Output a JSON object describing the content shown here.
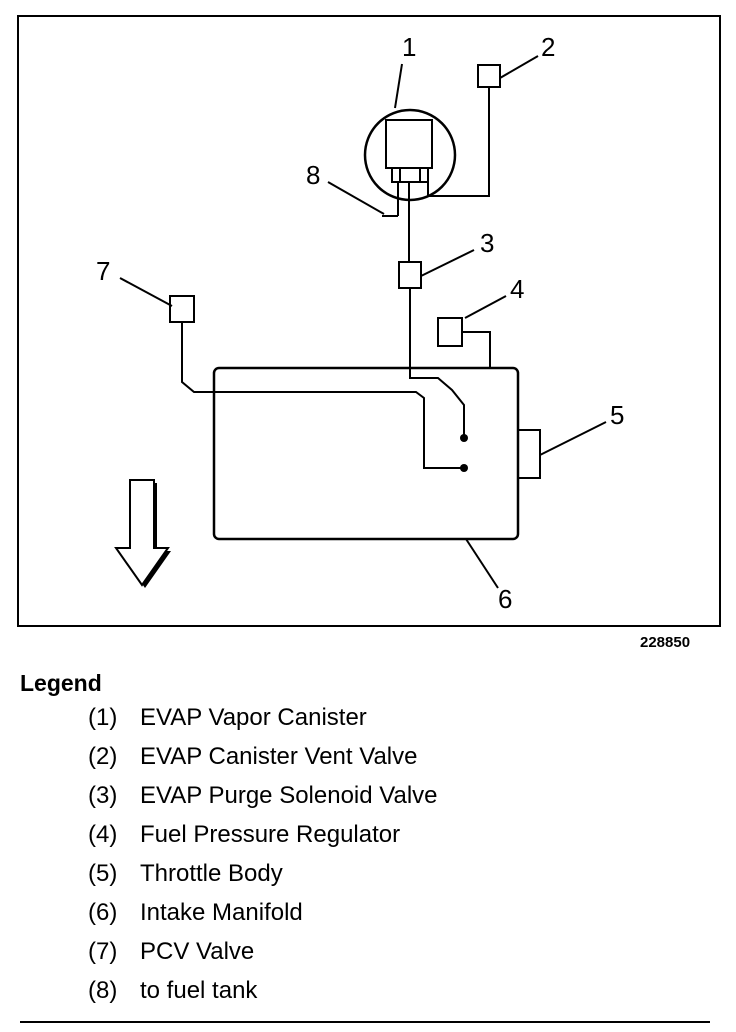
{
  "diagram": {
    "callouts": [
      "1",
      "2",
      "3",
      "4",
      "5",
      "6",
      "7",
      "8"
    ],
    "figure_id": "228850"
  },
  "legend": {
    "title": "Legend",
    "items": [
      {
        "num": "(1)",
        "label": "EVAP Vapor Canister"
      },
      {
        "num": "(2)",
        "label": "EVAP Canister Vent Valve"
      },
      {
        "num": "(3)",
        "label": "EVAP Purge Solenoid Valve"
      },
      {
        "num": "(4)",
        "label": "Fuel Pressure Regulator"
      },
      {
        "num": "(5)",
        "label": "Throttle Body"
      },
      {
        "num": "(6)",
        "label": "Intake Manifold"
      },
      {
        "num": "(7)",
        "label": "PCV Valve"
      },
      {
        "num": "(8)",
        "label": "to fuel tank"
      }
    ]
  }
}
